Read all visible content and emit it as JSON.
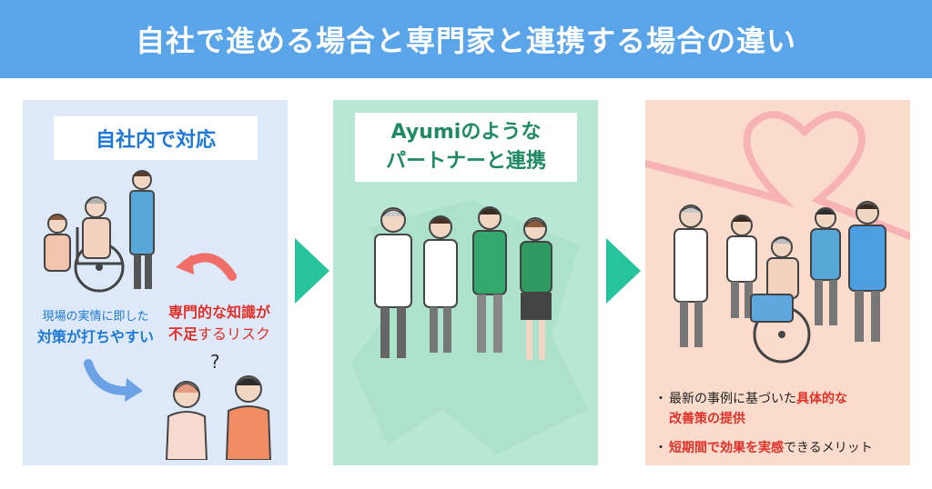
{
  "header": {
    "title": "自社で進める場合と専門家と連携する場合の違い"
  },
  "panel1": {
    "label": "自社内で対応",
    "left_text_1": "現場の実情に即した",
    "left_text_2": "対策が打ちやすい",
    "right_text_1": "専門的な知識が",
    "right_text_2a": "不足",
    "right_text_2b": "するリスク",
    "question_mark": "?"
  },
  "panel2": {
    "label_line1": "Ayumiのような",
    "label_line2": "パートナーと連携"
  },
  "panel3": {
    "bullet_mark": "・",
    "b1_a": "最新の事例に基づいた",
    "b1_b": "具体的な",
    "b1_c": "改善策の提供",
    "b2_a": "短期間で効果を実感",
    "b2_b": "できるメリット"
  },
  "colors": {
    "header_bg": "#5aa5ea",
    "panel1_bg": "#dde9f8",
    "panel2_bg": "#b9e7d5",
    "panel3_bg": "#fbdccc",
    "arrow": "#27c49b",
    "accent_red": "#e0302a",
    "accent_blue": "#1f78d8"
  }
}
